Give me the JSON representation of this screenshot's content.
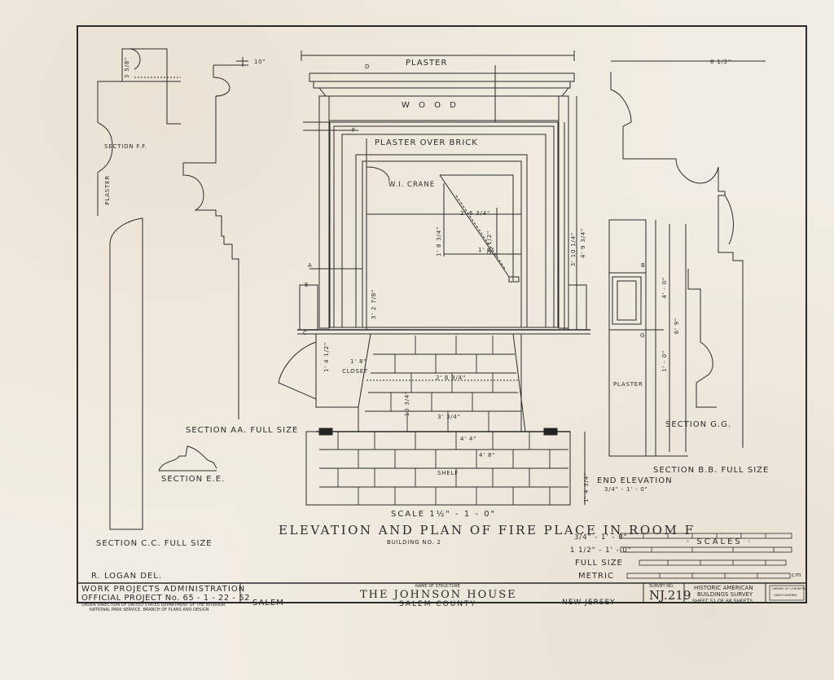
{
  "drawing": {
    "title": "ELEVATION AND PLAN OF FIRE PLACE IN ROOM F",
    "subtitle": "BUILDING NO. 2",
    "scale_label": "SCALE 1½\" - 1 - 0\"",
    "labels": {
      "plaster_top": "PLASTER",
      "wood": "W O O D",
      "plaster_over_brick": "PLASTER   OVER   BRICK",
      "wi_crane": "W.I. CRANE",
      "plaster_vertical": "PLASTER",
      "plaster_end": "PLASTER",
      "closet": "CLOSET",
      "shelf": "SHELF",
      "section_ff": "SECTION  F.F.",
      "section_aa": "SECTION AA. FULL SIZE",
      "section_ee": "SECTION  E.E.",
      "section_cc": "SECTION C.C. FULL SIZE",
      "section_gg": "SECTION G.G.",
      "section_bb": "SECTION B.B.  FULL  SIZE",
      "end_elevation": "END ELEVATION",
      "end_elevation_scale": "3/4\" - 1' - 0\""
    },
    "dimensions": {
      "d_3_5_8": "3 5/8\"",
      "d_10": "10\"",
      "d_8_1_2": "8 1/2\"",
      "d_2_6_3_4": "2' 6 3/4\"",
      "d_1_8_3_4": "1' 8 3/4\"",
      "d_2_11_2": "2' 1/2\"",
      "d_1_4": "1' 4\"",
      "d_3_10_1_4": "3' 10 1/4\"",
      "d_4_9_3_4": "4' 9 3/4\"",
      "d_3_2_7_8": "3' 2 7/8\"",
      "d_1_4_1_2": "1' 4 1/2\"",
      "d_1_8": "1' 8\"",
      "d_2_6_3_4b": "2' 6 3/4\"",
      "d_10_34": "10 3/4\"",
      "d_3_3_4": "3' 3/4\"",
      "d_4_4": "4' 4\"",
      "d_4_8": "4' 8\"",
      "d_1_4_3_4": "1' 4 3/4\"",
      "d_4_0": "4' - 0\"",
      "d_1_0": "1' - 0\"",
      "d_6_9": "6' 9\""
    },
    "section_marks": {
      "a": "A",
      "b": "B",
      "c": "C",
      "d": "D",
      "e": "E",
      "f": "F",
      "g": "G"
    }
  },
  "scales": {
    "title": "· SCALES ·",
    "rows": [
      "3/4\" - 1' - 0\"",
      "1 1/2\" - 1' - 0\"",
      "FULL SIZE",
      "METRIC"
    ],
    "units": "cm"
  },
  "credit": "R. LOGAN  DEL.",
  "title_block": {
    "agency_line1": "WORK PROJECTS ADMINISTRATION",
    "agency_line2": "OFFICIAL PROJECT No. 65 - 1 - 22 - 52",
    "agency_line3": "UNDER DIRECTION OF UNITED STATES DEPARTMENT OF THE INTERIOR",
    "agency_line4": "NATIONAL PARK SERVICE, BRANCH OF PLANS AND DESIGN",
    "name_caption": "NAME OF STRUCTURE",
    "structure_name": "THE  JOHNSON  HOUSE",
    "city": "SALEM",
    "county": "SALEM  COUNTY",
    "state": "NEW  JERSEY",
    "survey_caption": "SURVEY NO.",
    "survey_no": "NJ.219",
    "habs_line1": "HISTORIC AMERICAN",
    "habs_line2": "BUILDINGS SURVEY",
    "sheet_line": "SHEET 51 OF 68 SHEETS",
    "library_line1": "LIBRARY OF CONGRESS",
    "library_line2": "GRAPH NUMBER"
  }
}
